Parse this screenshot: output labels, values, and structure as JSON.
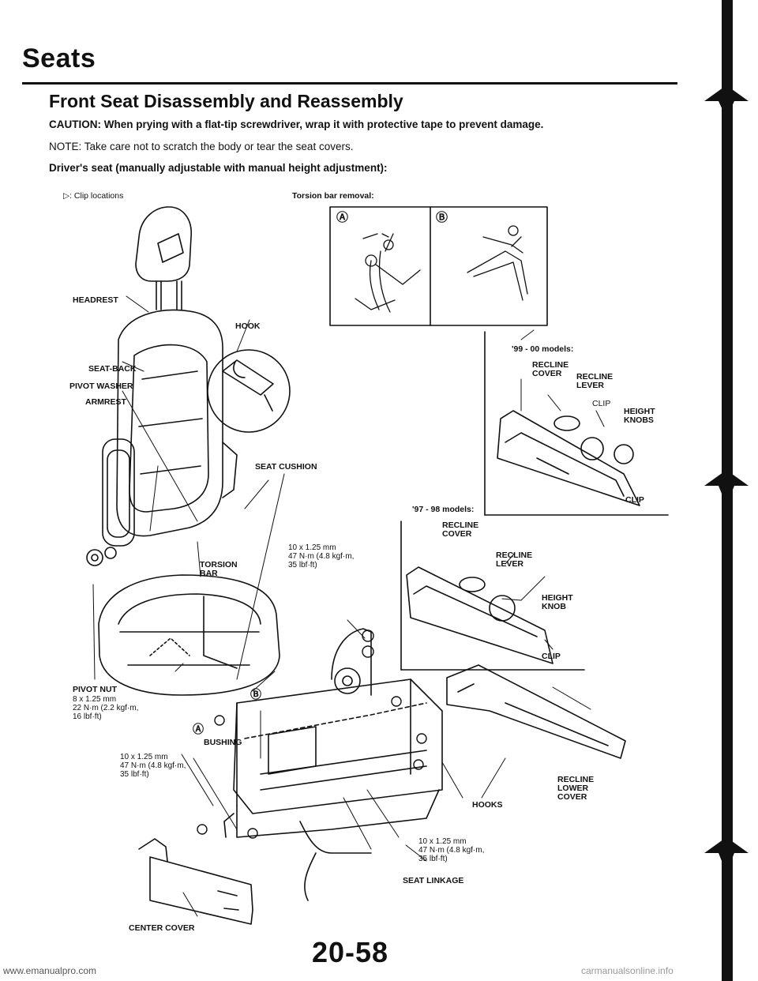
{
  "header": {
    "section": "Seats"
  },
  "title": "Front Seat Disassembly and Reassembly",
  "caution": {
    "label": "CAUTION:",
    "text": "When prying with a flat-tip screwdriver, wrap it with protective tape to prevent damage."
  },
  "note": {
    "label": "NOTE:",
    "text": "Take care not to scratch the body or tear the seat covers."
  },
  "subheading": "Driver's seat (manually adjustable with manual height adjustment):",
  "legend": "▷: Clip locations",
  "torsion_removal": {
    "title": "Torsion bar removal:",
    "panel_a": "Ⓐ",
    "panel_b": "Ⓑ"
  },
  "models_99": {
    "title": "'99 - 00 models:",
    "recline_cover": "RECLINE\nCOVER",
    "recline_lever": "RECLINE\nLEVER",
    "clip": "CLIP",
    "height_knobs": "HEIGHT\nKNOBS",
    "clip_bottom": "CLIP"
  },
  "models_97": {
    "title": "'97 - 98 models:",
    "recline_cover": "RECLINE\nCOVER",
    "recline_lever": "RECLINE\nLEVER",
    "height_knob": "HEIGHT\nKNOB",
    "clip": "CLIP"
  },
  "labels": {
    "headrest": "HEADREST",
    "hook": "HOOK",
    "seat_back": "SEAT-BACK",
    "pivot_washer": "PIVOT WASHER",
    "armrest": "ARMREST",
    "seat_cushion": "SEAT CUSHION",
    "torsion_bar": "TORSION\nBAR",
    "pivot_nut": "PIVOT NUT",
    "bushing": "BUSHING",
    "hooks": "HOOKS",
    "recline_lower_cover": "RECLINE\nLOWER\nCOVER",
    "seat_linkage": "SEAT LINKAGE",
    "center_cover": "CENTER COVER",
    "ref_b": "Ⓑ",
    "ref_a": "Ⓐ"
  },
  "specs": {
    "bolt_top": "10 x 1.25 mm\n47 N·m (4.8 kgf·m,\n35 lbf·ft)",
    "pivot_nut": "8 x 1.25 mm\n22 N·m (2.2 kgf·m,\n16 lbf·ft)",
    "bolt_left": "10 x 1.25 mm\n47 N·m (4.8 kgf·m,\n35 lbf·ft)",
    "bolt_right": "10 x 1.25 mm\n47 N·m (4.8 kgf·m,\n35 lbf·ft)"
  },
  "footer": {
    "page_number": "20-58",
    "url": "www.emanualpro.com",
    "watermark": "carmanualsonline.info"
  }
}
